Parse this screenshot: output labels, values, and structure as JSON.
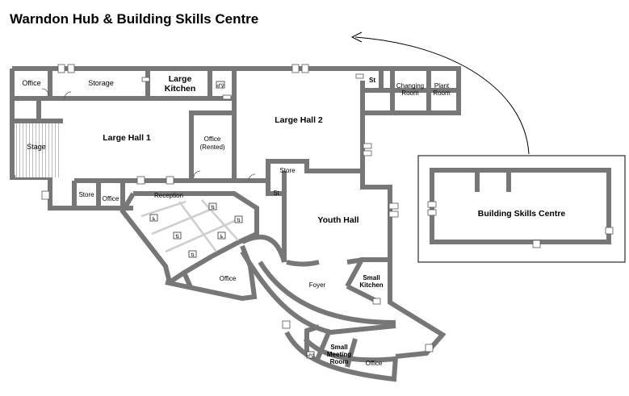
{
  "title": "Warndon Hub & Building Skills Centre",
  "rooms": {
    "office_top_left": "Office",
    "storage": "Storage",
    "large_kitchen_1": "Large",
    "large_kitchen_2": "Kitchen",
    "st_top": "St",
    "changing_room_1": "Changing",
    "changing_room_2": "Room",
    "plant_room_1": "Plant",
    "plant_room_2": "Room",
    "large_hall_1": "Large Hall 1",
    "large_hall_2": "Large Hall 2",
    "stage": "Stage",
    "office_rented_1": "Office",
    "office_rented_2": "(Rented)",
    "store_hall2": "Store",
    "st_mid": "St",
    "store_left": "Store",
    "office_small": "Office",
    "reception": "Reception",
    "youth_hall": "Youth Hall",
    "foyer": "Foyer",
    "small_kitchen_1": "Small",
    "small_kitchen_2": "Kitchen",
    "office_lower": "Office",
    "small_meeting_1": "Small",
    "small_meeting_2": "Meeting",
    "small_meeting_3": "Room",
    "office_bottom": "Office",
    "building_skills_centre": "Building Skills Centre"
  },
  "icons": [
    "toilet-icon",
    "accessible-toilet-icon",
    "lift-icon"
  ],
  "colors": {
    "wall": "#777777",
    "inner_wall": "#cfcfcf",
    "text": "#000000"
  }
}
